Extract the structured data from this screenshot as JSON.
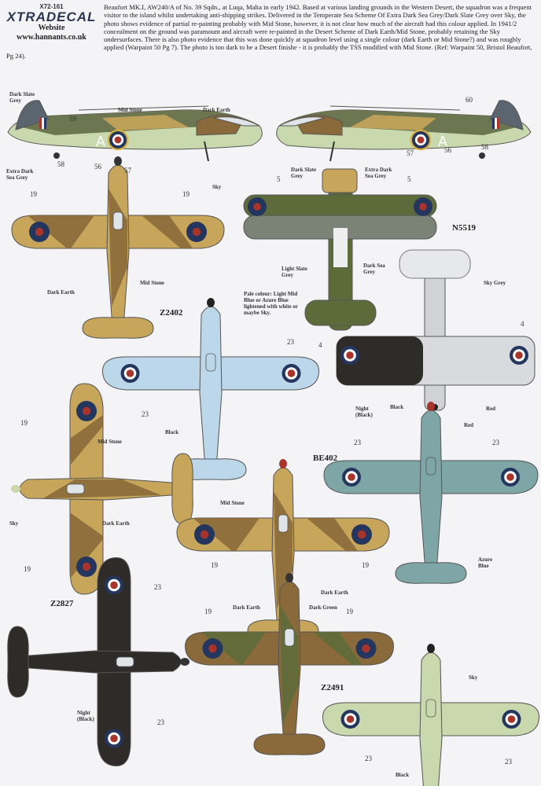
{
  "logo": {
    "code": "X72-161",
    "brand": "XTRADECAL",
    "website_label": "Website",
    "url": "www.hannants.co.uk"
  },
  "intro": "Beaufort MK.I, AW240/A of No. 39 Sqdn., at Luqa, Malta in early 1942. Based at various landing grounds in the Western Desert, the squadron was a frequent visitor to the island whilst undertaking anti-shipping strikes. Delivered in the Temperate Sea Scheme Of Extra Dark Sea Grey/Dark Slate Grey over Sky, the photo shows evidence of partial re-painting probably with Mid Stone, however, it is not clear how much of the aircraft had this colour applied. In 1941/2 concealment on the ground was paramount and aircraft were re-painted in the Desert Scheme of Dark Earth/Mid Stone, probably retaining the Sky undersurfaces. There is also photo evidence that this was done quickly at squadron level using a single colour (dark Earth or Mid Stone?) and was roughly applied (Warpaint 50 Pg 7). The photo is too dark to be a Desert finishe - it is probably the TSS modified with Mid Stone. (Ref: Warpaint 50, Bristol Beaufort, Pg 24).",
  "codes": {
    "letter": "A"
  },
  "serials": [
    "N5519",
    "Z2402",
    "BE402",
    "Z2827",
    "Z2491"
  ],
  "labels": [
    "Dark Slate Grey",
    "Mid Stone",
    "Dark Earth",
    "Extra Dark Sea Grey",
    "Sky",
    "Dark Slate Grey",
    "Extra Dark Sea Grey",
    "Light Slate Grey",
    "Dark Sea Grey",
    "Dark Earth",
    "Mid Stone",
    "Pale colour: Light Mid Blue or Azure Blue lightened with white or maybe Sky.",
    "Black",
    "Sky Grey",
    "Night (Black)",
    "Black",
    "Red",
    "Mid Stone",
    "Sky",
    "Dark Earth",
    "Mid Stone",
    "Dark Earth",
    "Red",
    "Azure Blue",
    "Night (Black)",
    "Dark Earth",
    "Dark Green",
    "Sky",
    "Black"
  ],
  "numbers": [
    "59",
    "58",
    "56",
    "57",
    "60",
    "57",
    "56",
    "58",
    "19",
    "19",
    "5",
    "5",
    "23",
    "23",
    "4",
    "4",
    "19",
    "19",
    "19",
    "19",
    "23",
    "23",
    "23",
    "23",
    "19",
    "19",
    "23",
    "23"
  ],
  "colors": {
    "dark_earth": "#8a6a3a",
    "mid_stone": "#c7a55a",
    "dark_green": "#5d6b3a",
    "sky": "#c9d8ad",
    "azure": "#7fa6a6",
    "pale_blue": "#bcd6ea",
    "night": "#2e2b28",
    "dsg": "#6c7650",
    "edsg": "#5a6570",
    "roundel_blue": "#25365e",
    "roundel_red": "#a8342c"
  }
}
